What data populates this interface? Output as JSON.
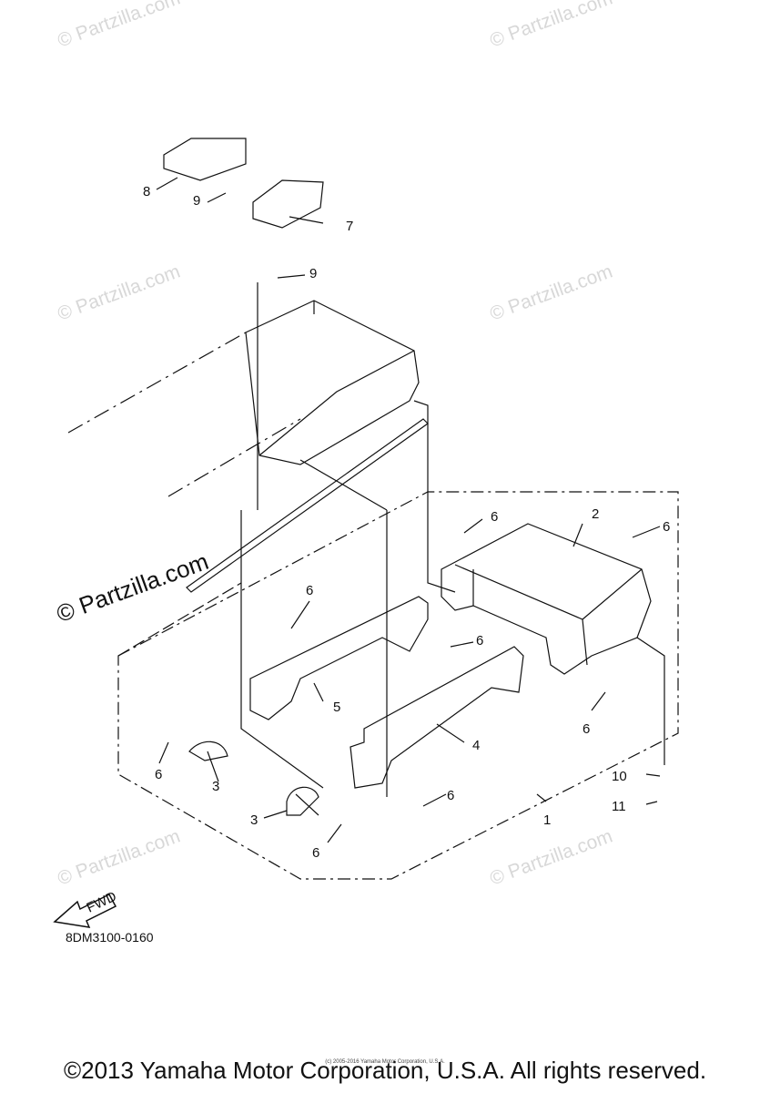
{
  "watermarks": [
    "© Partzilla.com",
    "© Partzilla.com",
    "© Partzilla.com",
    "© Partzilla.com",
    "© Partzilla.com",
    "© Partzilla.com"
  ],
  "watermark_main": "© Partzilla.com",
  "callouts": [
    "1",
    "2",
    "3",
    "3",
    "4",
    "5",
    "6",
    "6",
    "6",
    "6",
    "6",
    "6",
    "6",
    "6",
    "7",
    "8",
    "9",
    "9",
    "10",
    "11"
  ],
  "fwd_label": "FWD",
  "diagram_code": "8DM3100-0160",
  "footer_text": "©2013 Yamaha Motor Corporation, U.S.A. All rights reserved.",
  "tiny_text": "(c) 2005-2016 Yamaha Motor Corporation, U.S.A.",
  "colors": {
    "line": "#111111",
    "watermark": "#d8d8d8"
  }
}
